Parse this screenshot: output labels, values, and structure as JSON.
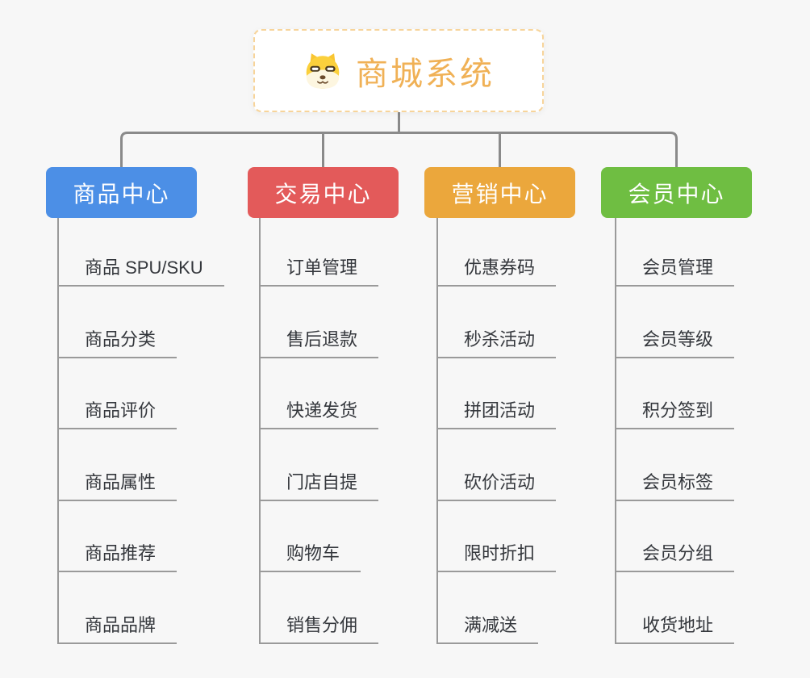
{
  "background_color": "#f7f7f7",
  "connector_color": "#8a8a8a",
  "root": {
    "title": "商城系统",
    "icon": "dog-face-icon",
    "text_color": "#f0b156",
    "border_color": "#f7d49a",
    "background": "#ffffff"
  },
  "branches": [
    {
      "label": "商品中心",
      "color": "#4c8fe6",
      "children": [
        "商品 SPU/SKU",
        "商品分类",
        "商品评价",
        "商品属性",
        "商品推荐",
        "商品品牌"
      ]
    },
    {
      "label": "交易中心",
      "color": "#e35a5a",
      "children": [
        "订单管理",
        "售后退款",
        "快递发货",
        "门店自提",
        "购物车",
        "销售分佣"
      ]
    },
    {
      "label": "营销中心",
      "color": "#eba73c",
      "children": [
        "优惠券码",
        "秒杀活动",
        "拼团活动",
        "砍价活动",
        "限时折扣",
        "满减送"
      ]
    },
    {
      "label": "会员中心",
      "color": "#6fbe42",
      "children": [
        "会员管理",
        "会员等级",
        "积分签到",
        "会员标签",
        "会员分组",
        "收货地址"
      ]
    }
  ]
}
